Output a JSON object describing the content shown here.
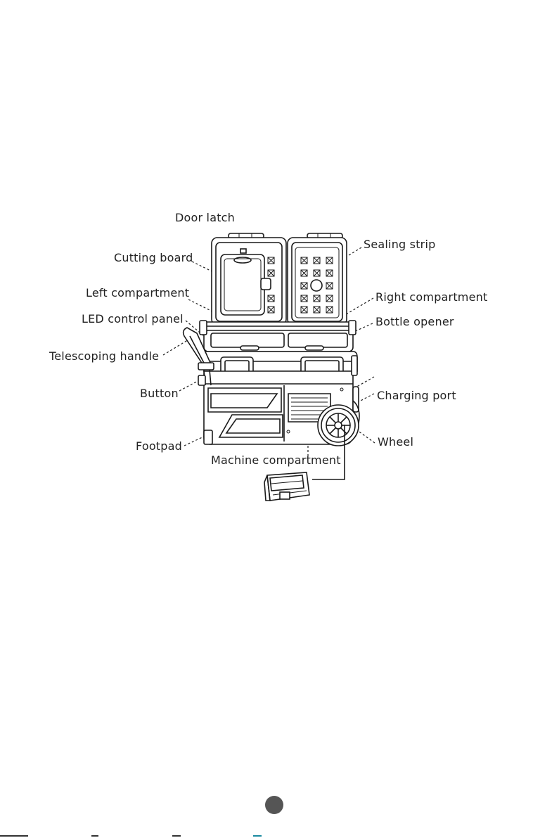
{
  "labels": {
    "door_latch": "Door latch",
    "sealing_strip": "Sealing strip",
    "cutting_board": "Cutting board",
    "left_compartment": "Left compartment",
    "right_compartment": "Right compartment",
    "led_control_panel": "LED control panel",
    "bottle_opener": "Bottle opener",
    "telescoping_handle": "Telescoping handle",
    "button": "Button",
    "charging_port": "Charging port",
    "footpad": "Footpad",
    "wheel": "Wheel",
    "machine_compartment": "Machine compartment"
  },
  "colors": {
    "text": "#222222",
    "line": "#1a1a1a",
    "page_dot": "#555555"
  }
}
